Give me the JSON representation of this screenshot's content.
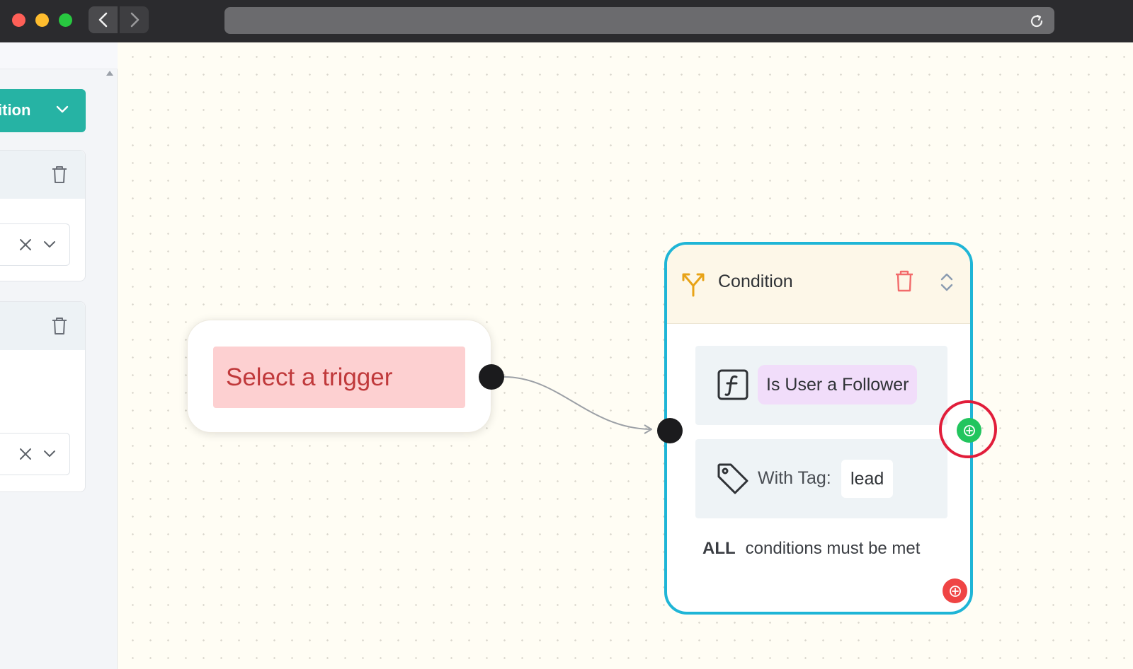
{
  "sidebar": {
    "action_button_label": "ition"
  },
  "trigger_node": {
    "label": "Select a trigger"
  },
  "condition_node": {
    "title": "Condition",
    "rules": [
      {
        "value": "Is User a Follower"
      },
      {
        "label": "With Tag:",
        "value": "lead"
      }
    ],
    "match_mode": "ALL",
    "footer_text": "conditions must be met"
  },
  "colors": {
    "accent_teal": "#26b3a4",
    "node_border": "#1fb5d6",
    "trigger_bg": "#fdd0d1",
    "trigger_text": "#c0393b",
    "success_port": "#22c55e",
    "failure_port": "#ef4444",
    "highlight": "#e11d3a"
  },
  "icons": [
    "back-icon",
    "forward-icon",
    "reload-icon",
    "chevron-down-icon",
    "trash-icon",
    "clear-icon",
    "fork-icon",
    "sort-icon",
    "function-icon",
    "tag-icon",
    "plus-circle-icon"
  ]
}
